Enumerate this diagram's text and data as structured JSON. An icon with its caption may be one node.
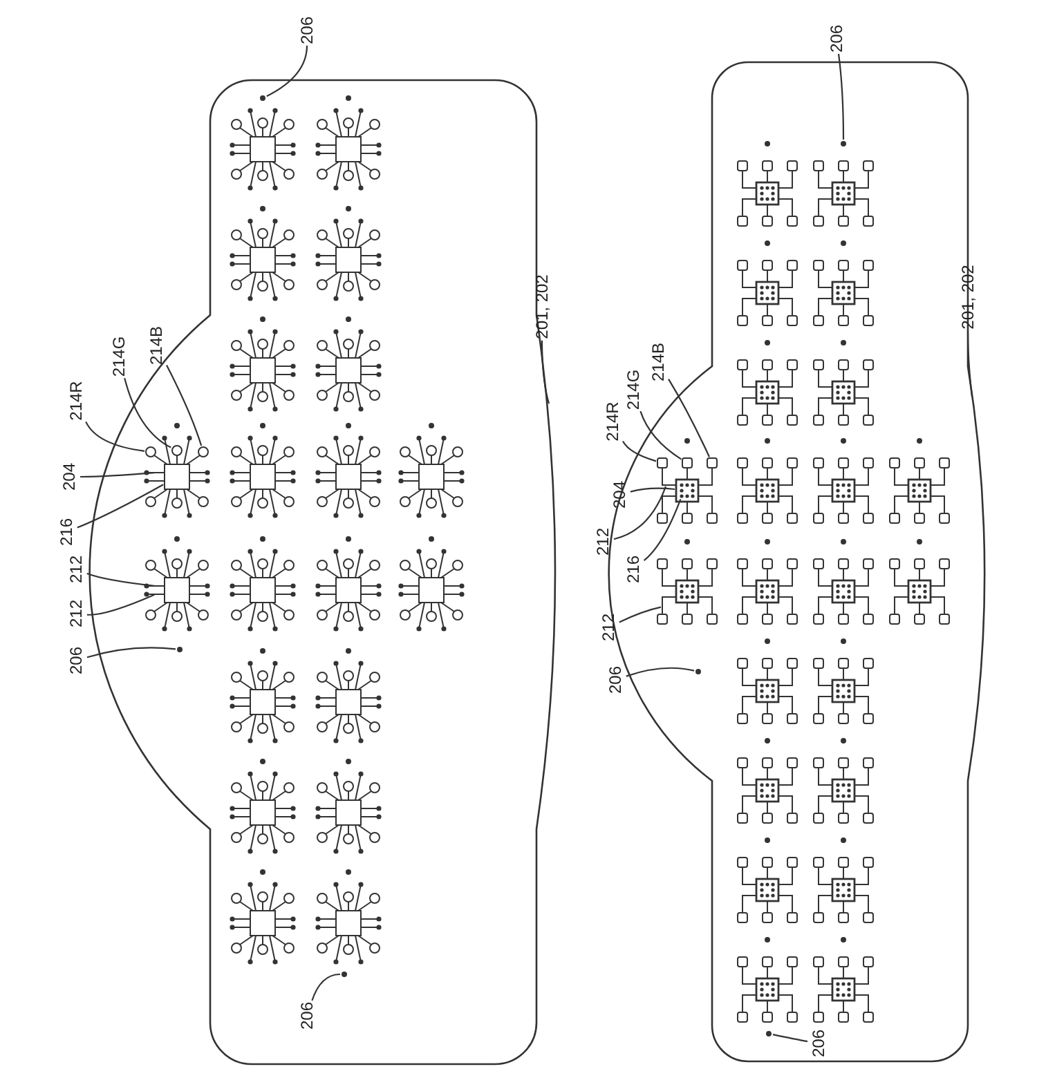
{
  "diagram": {
    "nodes": [
      {
        "text": [
          "206"
        ]
      },
      {
        "text": [
          "201, 202"
        ]
      },
      {
        "text": [
          "214R"
        ]
      },
      {
        "text": [
          "214G"
        ]
      },
      {
        "text": [
          "214B"
        ]
      },
      {
        "text": [
          "204"
        ]
      },
      {
        "text": [
          "216"
        ]
      },
      {
        "text": [
          "212"
        ]
      },
      {
        "text": [
          "212"
        ]
      },
      {
        "text": [
          "206"
        ]
      },
      {
        "text": [
          "206"
        ]
      },
      {
        "text": [
          "206"
        ]
      },
      {
        "text": [
          "201, 202"
        ]
      },
      {
        "text": [
          "214R"
        ]
      },
      {
        "text": [
          "214G"
        ]
      },
      {
        "text": [
          "214B"
        ]
      },
      {
        "text": [
          "204"
        ]
      },
      {
        "text": [
          "212"
        ]
      },
      {
        "text": [
          "216"
        ]
      },
      {
        "text": [
          "212"
        ]
      },
      {
        "text": [
          "206"
        ]
      },
      {
        "text": [
          "206"
        ]
      },
      {
        "text": [],
        "shape": "circle"
      },
      {
        "text": [],
        "shape": "circle"
      },
      {
        "text": [],
        "shape": "circle"
      },
      {
        "text": [],
        "shape": "circle"
      },
      {
        "text": [],
        "shape": "bar"
      },
      {
        "text": [],
        "shape": "box"
      },
      {
        "text": [],
        "shape": "bar"
      },
      {
        "text": [],
        "shape": "bar"
      },
      {
        "text": [],
        "shape": "circle"
      },
      {
        "text": [],
        "shape": "circle"
      },
      {
        "text": [],
        "shape": "circle"
      },
      {
        "text": [],
        "shape": "box"
      },
      {
        "text": [],
        "shape": "box"
      },
      {
        "text": [],
        "shape": "box"
      },
      {
        "text": [],
        "shape": "box"
      },
      {
        "text": [],
        "shape": "bar"
      },
      {
        "text": [],
        "shape": "circle",
        "in": 36
      },
      {
        "text": [],
        "shape": "bar"
      },
      {
        "text": [],
        "shape": "circle"
      },
      {
        "text": [],
        "shape": "circle"
      }
    ],
    "edges": [
      {
        "from": 0,
        "to": 22,
        "arrow": "none"
      },
      {
        "from": 1,
        "to": null,
        "arrow": "none"
      },
      {
        "from": 2,
        "to": 23,
        "arrow": "none"
      },
      {
        "from": 3,
        "to": 24,
        "arrow": "none"
      },
      {
        "from": 4,
        "to": 25,
        "arrow": "none"
      },
      {
        "from": 5,
        "to": 26,
        "arrow": "none"
      },
      {
        "from": 6,
        "to": 27,
        "arrow": "none"
      },
      {
        "from": 7,
        "to": 28,
        "arrow": "none"
      },
      {
        "from": 8,
        "to": 29,
        "arrow": "none"
      },
      {
        "from": 9,
        "to": 30,
        "arrow": "none"
      },
      {
        "from": 10,
        "to": 31,
        "arrow": "none"
      },
      {
        "from": 11,
        "to": 32,
        "arrow": "none"
      },
      {
        "from": 12,
        "to": null,
        "arrow": "none"
      },
      {
        "from": 13,
        "to": 33,
        "arrow": "none"
      },
      {
        "from": 14,
        "to": 34,
        "arrow": "none"
      },
      {
        "from": 15,
        "to": 35,
        "arrow": "none"
      },
      {
        "from": 16,
        "to": 36,
        "arrow": "none"
      },
      {
        "from": 17,
        "to": 37,
        "arrow": "none"
      },
      {
        "from": 18,
        "to": 38,
        "arrow": "none"
      },
      {
        "from": 19,
        "to": 39,
        "arrow": "none"
      },
      {
        "from": 20,
        "to": 40,
        "arrow": "none"
      },
      {
        "from": 21,
        "to": 41,
        "arrow": "none"
      }
    ]
  }
}
